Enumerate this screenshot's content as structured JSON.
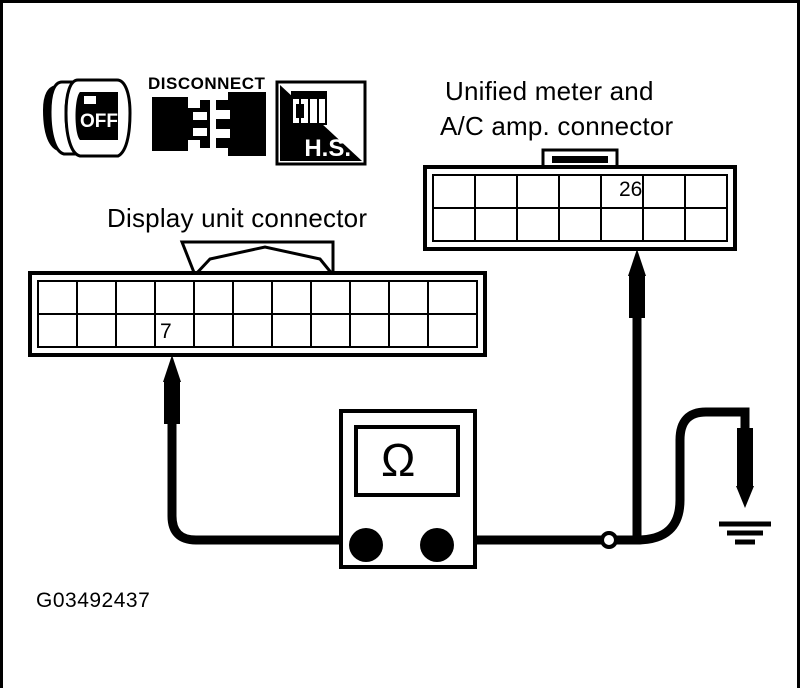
{
  "diagram": {
    "title_labels": {
      "unified_meter": "Unified meter and",
      "unified_meter_line2": "A/C amp. connector",
      "display_unit": "Display unit connector"
    },
    "icons": {
      "ignition_switch": "ignition-off-icon",
      "ignition_text": "OFF",
      "disconnect": "disconnect-icon",
      "disconnect_text": "DISCONNECT",
      "handshake": "hs-icon",
      "handshake_text": "H.S."
    },
    "meter": {
      "symbol": "Ω",
      "name": "ohmmeter"
    },
    "pins": {
      "display_unit_pin": "7",
      "unified_meter_pin": "26"
    },
    "figure_code": "G03492437",
    "colors": {
      "line": "#000000",
      "background": "#ffffff"
    }
  }
}
